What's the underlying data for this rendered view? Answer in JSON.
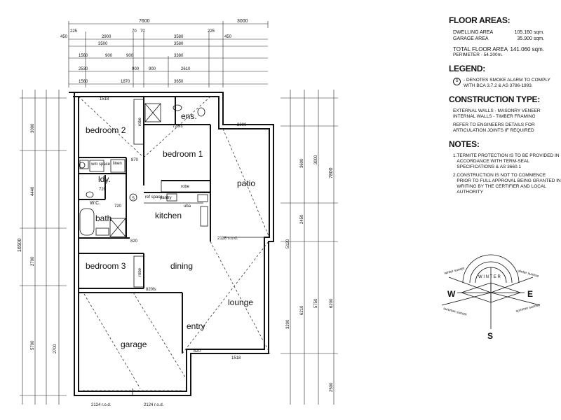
{
  "rooms": {
    "bedroom2": "bedroom 2",
    "bedroom1": "bedroom 1",
    "ens": "ens.",
    "patio": "patio",
    "ldy": "ldy.",
    "wc": "W.C.",
    "bath": "bath",
    "kitchen": "kitchen",
    "bedroom3": "bedroom 3",
    "dining": "dining",
    "lounge": "lounge",
    "garage": "garage",
    "entry": "entry"
  },
  "fixtures": {
    "robe": "robe",
    "robe2": "robe",
    "robe3": "robe",
    "linen": "linen",
    "wm": "wm space",
    "ref": "ref space",
    "pantry": "pantry",
    "uba": "uba",
    "smoke": "S"
  },
  "dims": {
    "overall_top": "7600",
    "patio_w": "3000",
    "d225a": "225",
    "d2900": "2900",
    "d70a": "70",
    "d70b": "70",
    "d3580a": "3580",
    "d225b": "225",
    "d450a": "450",
    "d450b": "450",
    "d3500": "3500",
    "d3580b": "3580",
    "d1560a": "1560",
    "d900a": "900",
    "d900b": "900",
    "d3380": "3380",
    "d2530": "2530",
    "d900c": "900",
    "d900d": "900",
    "d2610": "2610",
    "d1560b": "1560",
    "d1870": "1870",
    "d3650": "3650",
    "d1518a": "1518",
    "d1518b": "1518",
    "d2118": "2118 s.o.d.",
    "d2124a": "2124 r.o.d.",
    "d2124b": "2124 r.o.d.",
    "d720fs": "720fs",
    "d820fs": "820fs",
    "d870": "870",
    "d820a": "820",
    "d820b": "820",
    "d720a": "720",
    "d720b": "720",
    "d3000": "3000",
    "left_total": "16500",
    "right_total": "7800",
    "l3000": "3000",
    "l4440": "4440",
    "l2700": "2700",
    "l5700": "5700",
    "r3600": "3600",
    "r3000": "3000",
    "r6210": "6210",
    "r5750": "5750",
    "r6200": "6200",
    "r2450": "2450",
    "r5120": "5120",
    "r3200": "3200",
    "r2500": "2500"
  },
  "notes": {
    "floor_areas_title": "FLOOR AREAS:",
    "dwelling_label": "DWELLING AREA",
    "dwelling_value": "105.160 sqm.",
    "garage_label": "GARAGE AREA",
    "garage_value": "35.900 sqm.",
    "total_label": "TOTAL FLOOR AREA",
    "total_value": "141.060 sqm.",
    "perimeter": "PERIMETER - 54.200m.",
    "legend_title": "LEGEND:",
    "legend_symbol": "S",
    "legend_text": "- DENOTES SMOKE ALARM TO COMPLY WITH BCA 3.7.2 & AS 3786-1993.",
    "construction_title": "CONSTRUCTION TYPE:",
    "ext_walls": "EXTERNAL WALLS - MASONRY VENEER",
    "int_walls": "INTERNAL WALLS - TIMBER FRAMING",
    "refer": "REFER TO ENGINEERS DETAILS FOR ARTICULATION JOINTS IF REQUIRED",
    "notes_title": "NOTES:",
    "note1_num": "1.",
    "note1": "TERMITE PROTECTION IS TO BE PROVIDED IN ACCORDANCE WITH TERM-SEAL SPECIFICATIONS & AS 3660.1",
    "note2_num": "2.",
    "note2": "CONSTRUCTION IS NOT TO COMMENCE PRIOR TO FULL APPROVAL BEING GRANTED IN WRITING BY THE CERTIFIER AND LOCAL AUTHORITY"
  },
  "compass": {
    "w": "W",
    "e": "E",
    "s": "S",
    "ring": "W I N T E R",
    "winter_sunset": "winter sunset",
    "winter_sunrise": "winter sunrise",
    "summer_sunset": "summer sunset",
    "summer_sunrise": "summer sunrise"
  }
}
